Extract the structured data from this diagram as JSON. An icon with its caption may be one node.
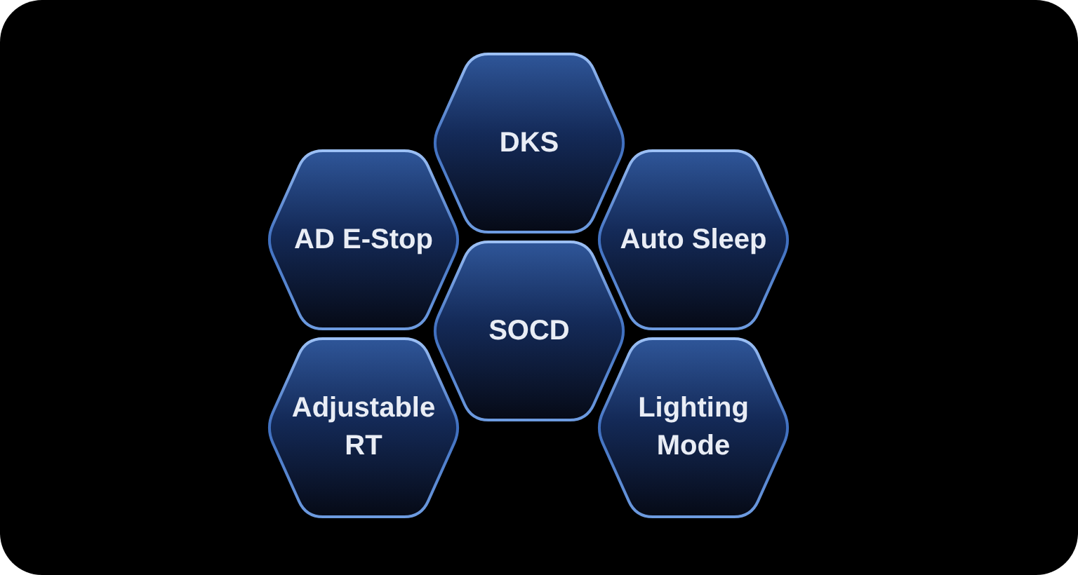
{
  "diagram": {
    "nodes": [
      {
        "text": [
          "DKS"
        ]
      },
      {
        "text": [
          "AD E-Stop"
        ]
      },
      {
        "text": [
          "Auto Sleep"
        ]
      },
      {
        "text": [
          "SOCD"
        ]
      },
      {
        "text": [
          "Adjustable RT"
        ]
      },
      {
        "text": [
          "Lighting Mode"
        ]
      }
    ]
  }
}
